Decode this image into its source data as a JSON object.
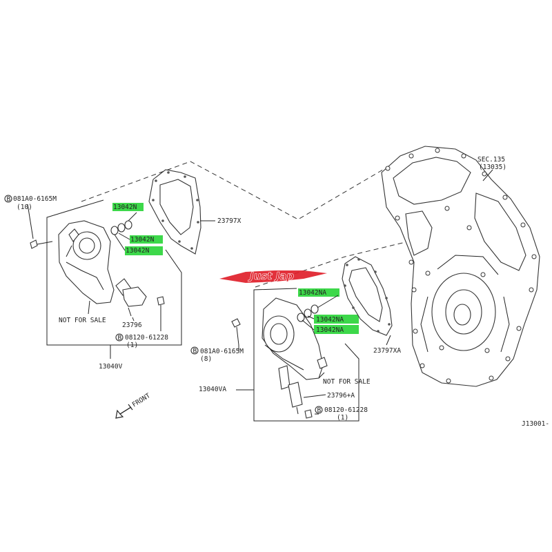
{
  "colors": {
    "highlight": "#3dd84a",
    "line": "#222222",
    "logo_red": "#e0202a"
  },
  "labels": {
    "bolt_left": "081A0-6165M",
    "bolt_left_qty": "(10)",
    "n_top": "13042N",
    "n_mid1": "13042N",
    "n_mid2": "13042N",
    "gasket_left": "23797X",
    "not_for_sale_left": "NOT FOR SALE",
    "solenoid_left": "23796",
    "bolt_small_left": "08120-61228",
    "bolt_small_left_qty": "(1)",
    "assy_left": "13040V",
    "sec_ref": "SEC.135",
    "sec_ref_sub": "(13035)",
    "na_top": "13042NA",
    "na_mid1": "13042NA",
    "na_mid2": "13042NA",
    "gasket_right": "23797XA",
    "bolt_right": "081A0-6165M",
    "bolt_right_qty": "(8)",
    "not_for_sale_right": "NOT FOR SALE",
    "solenoid_right": "23796+A",
    "assy_right": "13040VA",
    "bolt_small_right": "08120-61228",
    "bolt_small_right_qty": "(1)",
    "front": "FRONT",
    "diagram_code": "J13001-",
    "bolt_marker": "B"
  },
  "logo": {
    "text": "Just Jap"
  }
}
